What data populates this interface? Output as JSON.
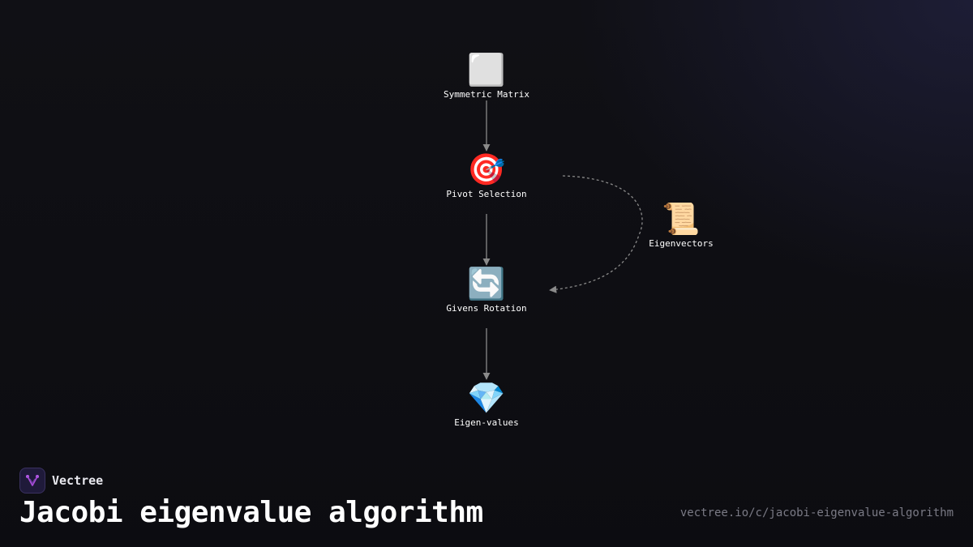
{
  "diagram": {
    "nodes": [
      {
        "id": "symmetric-matrix",
        "icon": "⬜",
        "icon_name": "square-button-icon",
        "label": "Symmetric Matrix"
      },
      {
        "id": "pivot-selection",
        "icon": "🎯",
        "icon_name": "target-icon",
        "label": "Pivot Selection"
      },
      {
        "id": "givens-rotation",
        "icon": "🔄",
        "icon_name": "rotation-arrows-icon",
        "label": "Givens Rotation"
      },
      {
        "id": "eigen-values",
        "icon": "💎",
        "icon_name": "gem-icon",
        "label": "Eigen-values"
      },
      {
        "id": "eigenvectors",
        "icon": "📜",
        "icon_name": "scroll-icon",
        "label": "Eigenvectors"
      }
    ],
    "edges": [
      {
        "from": "symmetric-matrix",
        "to": "pivot-selection",
        "style": "solid"
      },
      {
        "from": "pivot-selection",
        "to": "givens-rotation",
        "style": "solid"
      },
      {
        "from": "givens-rotation",
        "to": "eigen-values",
        "style": "solid"
      },
      {
        "from": "pivot-selection",
        "to": "givens-rotation",
        "style": "dashed",
        "via": "eigenvectors"
      }
    ]
  },
  "footer": {
    "brand_name": "Vectree",
    "title": "Jacobi eigenvalue algorithm",
    "url": "vectree.io/c/jacobi-eigenvalue-algorithm"
  },
  "colors": {
    "background": "#101015",
    "edge": "#8a8a8a",
    "label": "#ffffff",
    "url": "#7a7a85",
    "brand_accent": "#a64bd6"
  }
}
